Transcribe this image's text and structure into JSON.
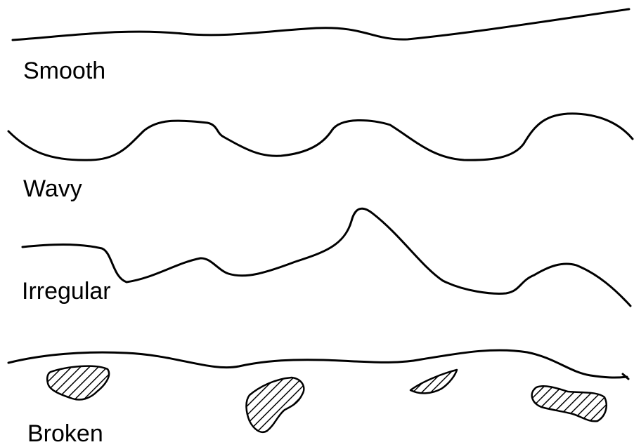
{
  "labels": {
    "smooth": "Smooth",
    "wavy": "Wavy",
    "irregular": "Irregular",
    "broken": "Broken"
  },
  "style": {
    "line_color": "#000000",
    "background": "#ffffff"
  }
}
